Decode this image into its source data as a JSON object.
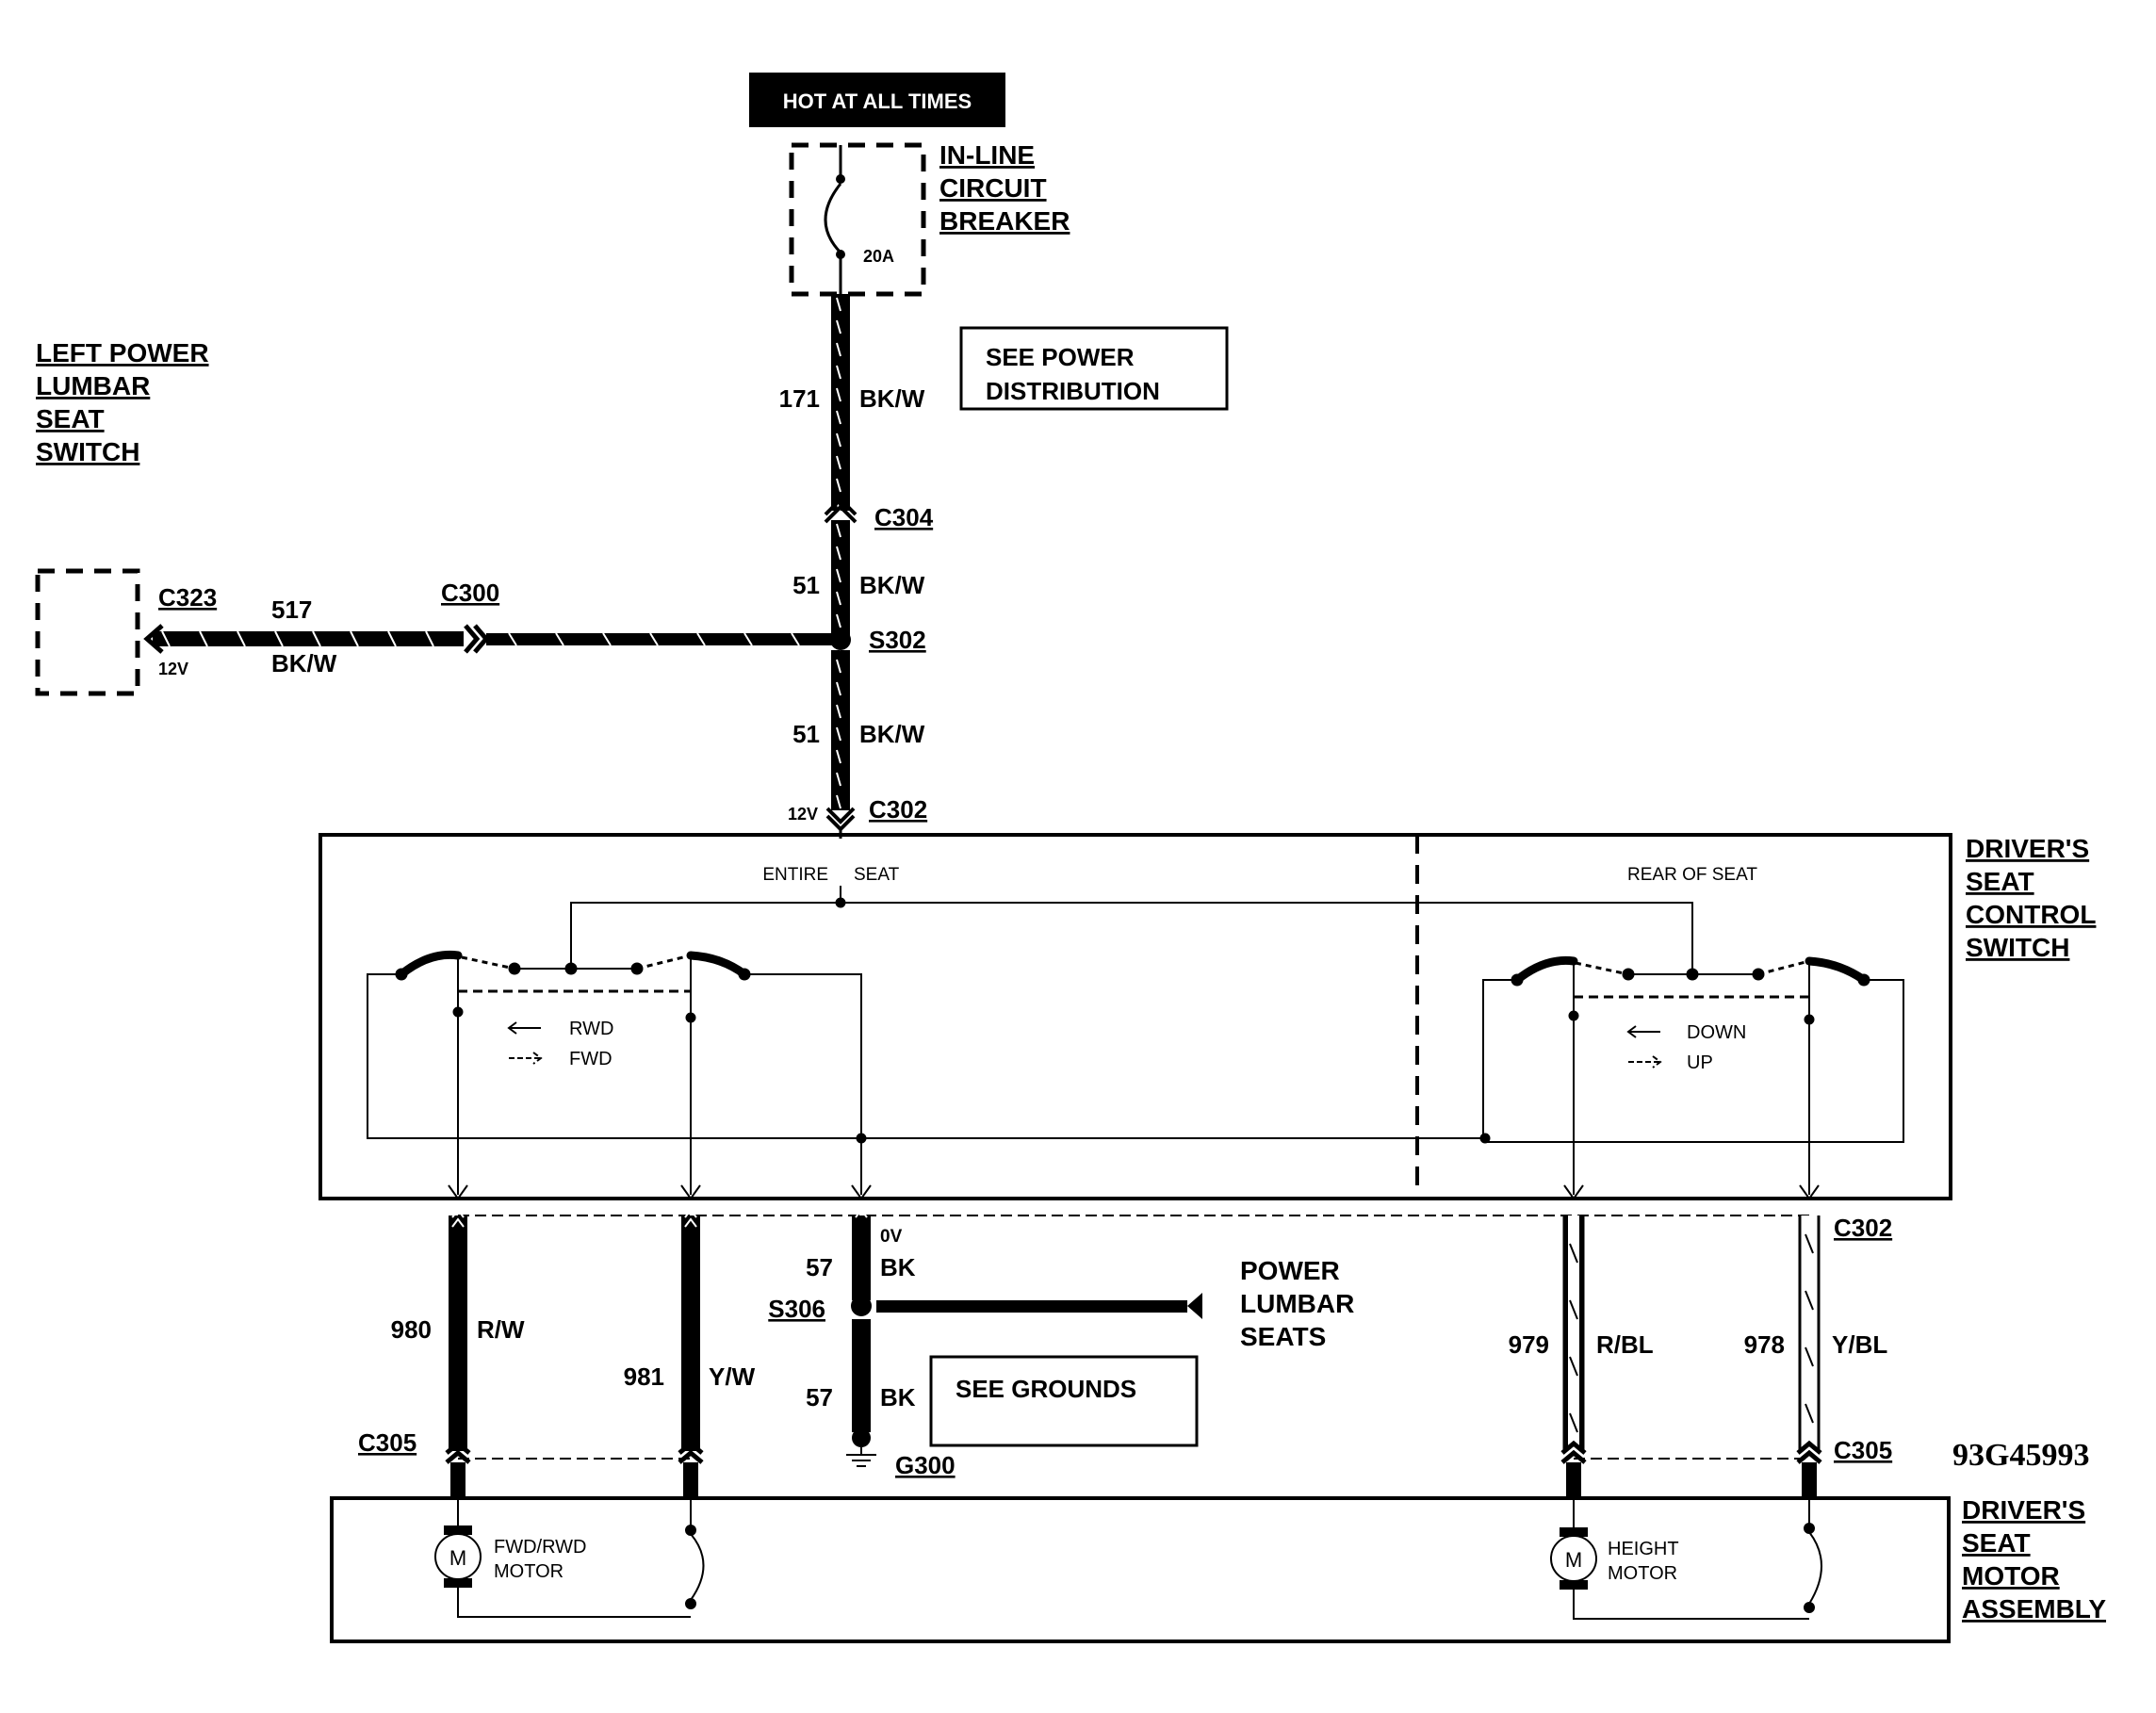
{
  "diagram_id": "93G45993",
  "hot_label": "HOT AT ALL TIMES",
  "breaker": {
    "line1": "IN-LINE",
    "line2": "CIRCUIT",
    "line3": "BREAKER",
    "rating": "20A"
  },
  "see_power": {
    "line1": "SEE POWER",
    "line2": "DISTRIBUTION"
  },
  "left_switch": {
    "line1": "LEFT POWER",
    "line2": "LUMBAR",
    "line3": "SEAT",
    "line4": "SWITCH",
    "voltage": "12V"
  },
  "connectors": {
    "c304": "C304",
    "c323": "C323",
    "c300": "C300",
    "s302": "S302",
    "c302_top": "C302",
    "c302_right": "C302",
    "s306": "S306",
    "g300": "G300",
    "c305_left": "C305",
    "c305_right": "C305"
  },
  "wires": {
    "w171": {
      "num": "171",
      "color": "BK/W"
    },
    "w51a": {
      "num": "51",
      "color": "BK/W"
    },
    "w51b": {
      "num": "51",
      "color": "BK/W"
    },
    "w517": {
      "num": "517",
      "color": "BK/W"
    },
    "w980": {
      "num": "980",
      "color": "R/W"
    },
    "w981": {
      "num": "981",
      "color": "Y/W"
    },
    "w57a": {
      "num": "57",
      "color": "BK"
    },
    "w57b": {
      "num": "57",
      "color": "BK"
    },
    "w979": {
      "num": "979",
      "color": "R/BL"
    },
    "w978": {
      "num": "978",
      "color": "Y/BL"
    }
  },
  "voltages": {
    "v12_top": "12V",
    "v0": "0V"
  },
  "control_switch": {
    "line1": "DRIVER'S",
    "line2": "SEAT",
    "line3": "CONTROL",
    "line4": "SWITCH",
    "entire": "ENTIRE",
    "seat": "SEAT",
    "rear": "REAR OF SEAT",
    "rwd": "RWD",
    "fwd": "FWD",
    "down": "DOWN",
    "up": "UP"
  },
  "lumbar": {
    "line1": "POWER",
    "line2": "LUMBAR",
    "line3": "SEATS"
  },
  "see_grounds": "SEE GROUNDS",
  "motor_assembly": {
    "line1": "DRIVER'S",
    "line2": "SEAT",
    "line3": "MOTOR",
    "line4": "ASSEMBLY",
    "fwd_motor1": "FWD/RWD",
    "fwd_motor2": "MOTOR",
    "height1": "HEIGHT",
    "height2": "MOTOR",
    "m": "M"
  }
}
